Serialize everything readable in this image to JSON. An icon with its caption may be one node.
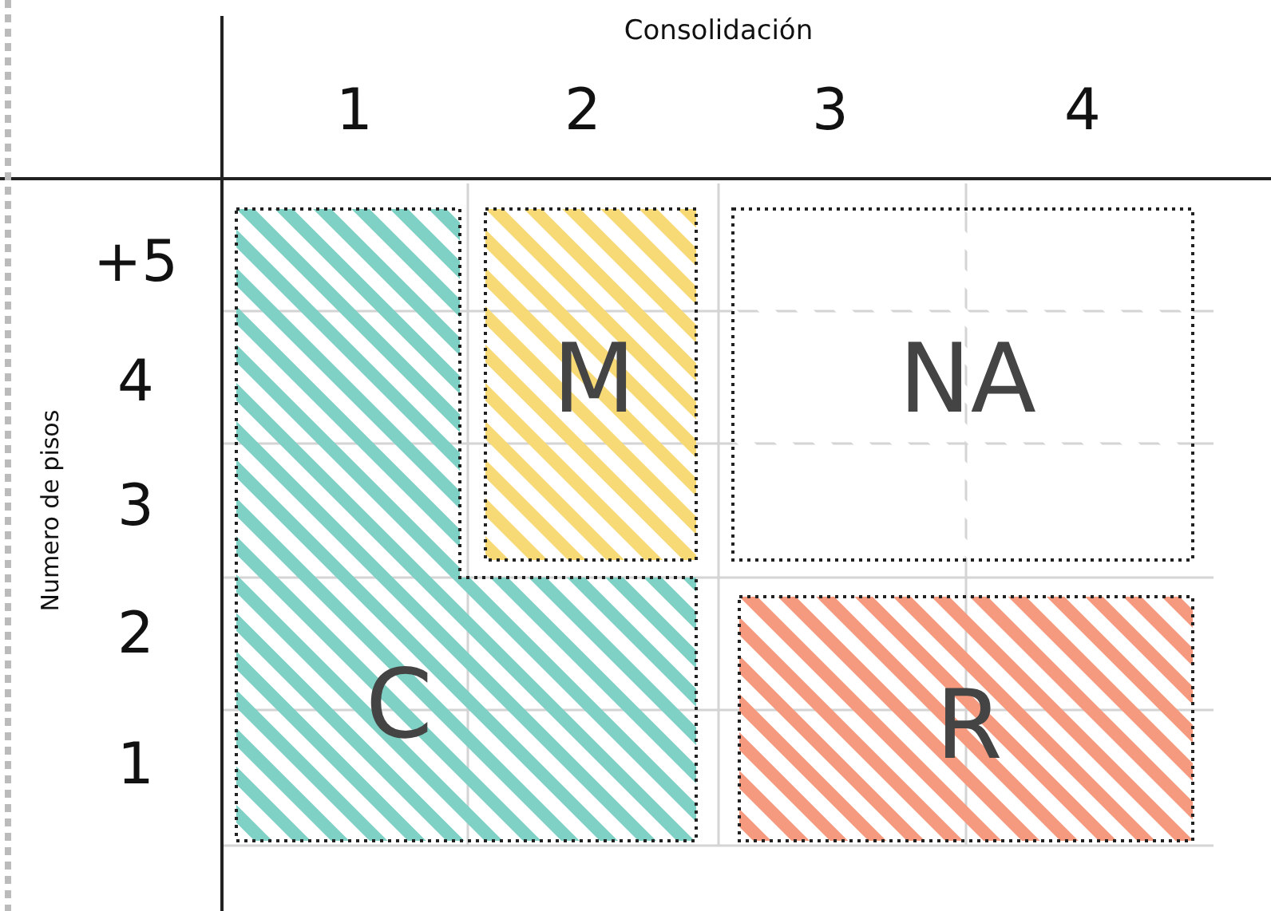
{
  "diagram": {
    "nodes": [
      {
        "text": [
          "C"
        ]
      },
      {
        "text": [
          "M"
        ]
      },
      {
        "text": [
          "NA"
        ]
      },
      {
        "text": [
          "R"
        ]
      }
    ],
    "labels": [
      "Consolidación",
      "1",
      "2",
      "3",
      "4",
      "+5",
      "4",
      "3",
      "2",
      "1",
      "Numero de pisos"
    ]
  }
}
